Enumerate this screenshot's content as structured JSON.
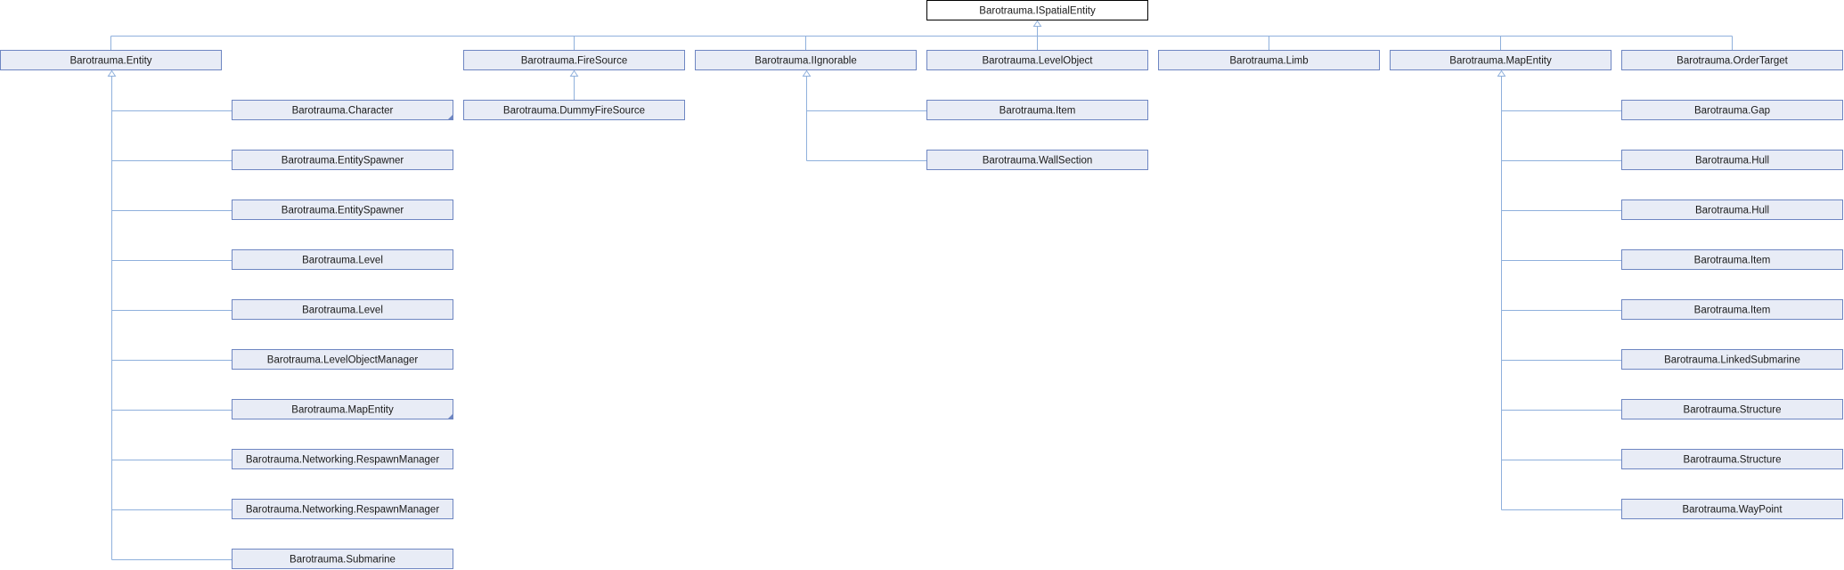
{
  "diagram": {
    "root": {
      "id": "ispatial",
      "label": "Barotrauma.ISpatialEntity"
    },
    "level1": [
      {
        "id": "entity",
        "label": "Barotrauma.Entity"
      },
      {
        "id": "firesource",
        "label": "Barotrauma.FireSource"
      },
      {
        "id": "iignorable",
        "label": "Barotrauma.IIgnorable"
      },
      {
        "id": "levelobject",
        "label": "Barotrauma.LevelObject"
      },
      {
        "id": "limb",
        "label": "Barotrauma.Limb"
      },
      {
        "id": "mapentity",
        "label": "Barotrauma.MapEntity"
      },
      {
        "id": "ordertarget",
        "label": "Barotrauma.OrderTarget"
      }
    ],
    "children": {
      "entity": [
        {
          "label": "Barotrauma.Character",
          "truncated": true
        },
        {
          "label": "Barotrauma.EntitySpawner"
        },
        {
          "label": "Barotrauma.EntitySpawner"
        },
        {
          "label": "Barotrauma.Level"
        },
        {
          "label": "Barotrauma.Level"
        },
        {
          "label": "Barotrauma.LevelObjectManager"
        },
        {
          "label": "Barotrauma.MapEntity",
          "truncated": true
        },
        {
          "label": "Barotrauma.Networking.RespawnManager"
        },
        {
          "label": "Barotrauma.Networking.RespawnManager"
        },
        {
          "label": "Barotrauma.Submarine"
        }
      ],
      "firesource": [
        {
          "label": "Barotrauma.DummyFireSource"
        }
      ],
      "iignorable": [
        {
          "label": "Barotrauma.Item"
        },
        {
          "label": "Barotrauma.WallSection"
        }
      ],
      "mapentity": [
        {
          "label": "Barotrauma.Gap"
        },
        {
          "label": "Barotrauma.Hull"
        },
        {
          "label": "Barotrauma.Hull"
        },
        {
          "label": "Barotrauma.Item"
        },
        {
          "label": "Barotrauma.Item"
        },
        {
          "label": "Barotrauma.LinkedSubmarine"
        },
        {
          "label": "Barotrauma.Structure"
        },
        {
          "label": "Barotrauma.Structure"
        },
        {
          "label": "Barotrauma.WayPoint"
        }
      ]
    }
  }
}
